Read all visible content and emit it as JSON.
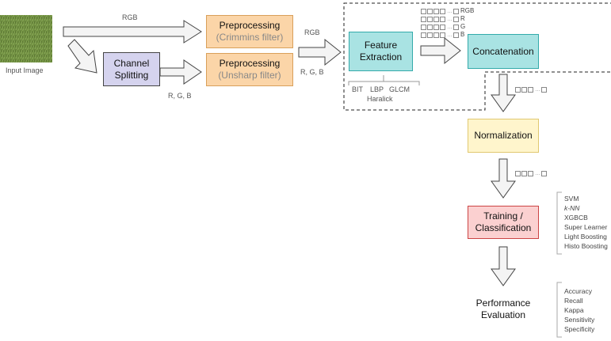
{
  "input": {
    "caption": "Input Image"
  },
  "labels": {
    "rgb_top": "RGB",
    "rgb_mid": "RGB",
    "rgb_channels_1": "R, G, B",
    "rgb_channels_2": "R, G, B"
  },
  "boxes": {
    "channel_splitting": {
      "line1": "Channel",
      "line2": "Splitting"
    },
    "preproc_crimmins": {
      "title": "Preprocessing",
      "subtitle": "(Crimmins filter)"
    },
    "preproc_unsharp": {
      "title": "Preprocessing",
      "subtitle": "(Unsharp filter)"
    },
    "feature_extraction": {
      "line1": "Feature",
      "line2": "Extraction"
    },
    "concatenation": {
      "label": "Concatenation"
    },
    "normalization": {
      "label": "Normalization"
    },
    "training": {
      "line1": "Training /",
      "line2": "Classification"
    },
    "performance": {
      "line1": "Performance",
      "line2": "Evaluation"
    }
  },
  "features": {
    "items": [
      "BIT",
      "LBP",
      "GLCM"
    ],
    "sublabel": "Haralick"
  },
  "feature_vectors": [
    "RGB",
    "R",
    "G",
    "B"
  ],
  "classifiers": [
    "SVM",
    "k-NN",
    "XGBCB",
    "Super Learner",
    "Light Boosting",
    "Histo Boosting"
  ],
  "metrics": [
    "Accuracy",
    "Recall",
    "Kappa",
    "Sensitivity",
    "Specificity"
  ],
  "colors": {
    "channel_box": "#d5d3ee",
    "preproc_box": "#fbd5a8",
    "feature_box": "#a9e3e3",
    "concat_box": "#a9e3e3",
    "norm_box": "#fff5cc",
    "train_box": "#fbd0d0",
    "grass": "#6b8a3e"
  }
}
